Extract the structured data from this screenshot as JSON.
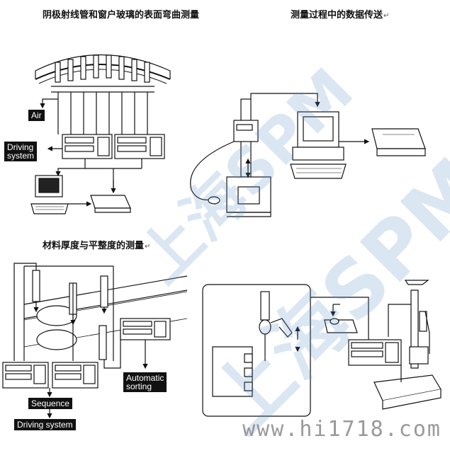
{
  "captions": {
    "top_left": "阴极射线管和窗户玻璃的表面弯曲测量",
    "top_right": "测量过程中的数据传送",
    "mid_left": "材料厚度与平整度的测量",
    "return_mark": "↵"
  },
  "labels": {
    "air": "Air",
    "driving_system_top_1": "Driving",
    "driving_system_top_2": "system",
    "automatic_1": "Automatic",
    "automatic_2": "sorting",
    "sequence": "Sequence",
    "driving_system_bottom": "Driving system"
  },
  "watermark": {
    "text_1": "上海SPM",
    "text_2": "上海SPM",
    "site": "www.hi1718.com",
    "color": "#5a8cc8"
  }
}
